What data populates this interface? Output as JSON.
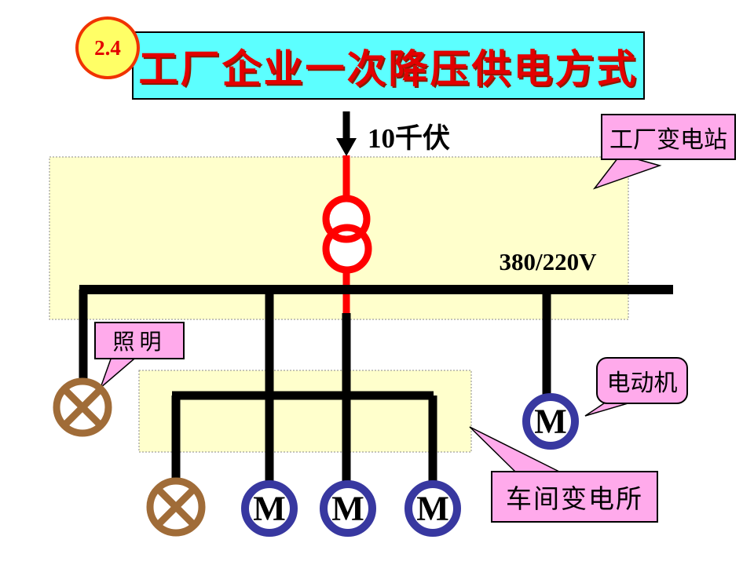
{
  "slide": {
    "badge_label": "2.4",
    "title": "工厂企业一次降压供电方式"
  },
  "labels": {
    "incoming_line": "10千伏",
    "low_voltage": "380/220V"
  },
  "callouts": {
    "factory_substation": "工厂变电站",
    "lighting": "照明",
    "motor": "电动机",
    "workshop_substation": "车间变电所"
  },
  "symbols": {
    "motors": [
      {
        "label": "M"
      },
      {
        "label": "M"
      },
      {
        "label": "M"
      },
      {
        "label": "M"
      }
    ],
    "lamp_icon": "crossed-circle-lamp",
    "transformer_icon": "two-overlapping-circles",
    "arrow_icon": "down-arrow"
  },
  "colors": {
    "title_bg": "#5CFFFF",
    "title_text": "#E30000",
    "badge_bg": "#FFFF66",
    "badge_border": "#F03300",
    "callout_bg": "#FFAAEB",
    "zone_bg": "#FFFFCC",
    "hv_line": "#FF0000",
    "lv_line": "#000000",
    "motor_ring": "#3838A0",
    "lamp_stroke": "#A06C38"
  }
}
